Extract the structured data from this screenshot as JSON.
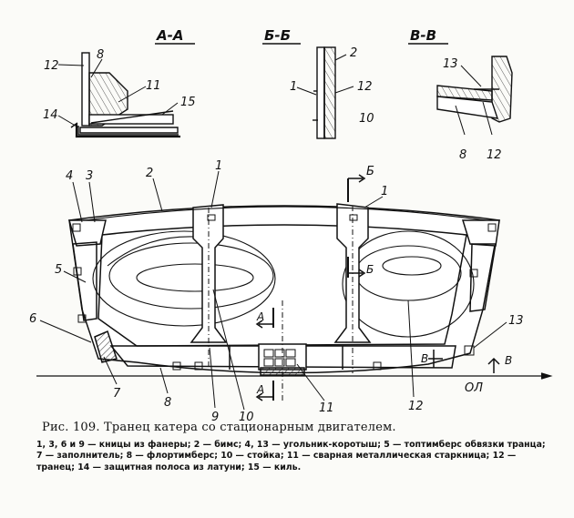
{
  "sections": {
    "aa": "А-А",
    "bb": "Б-Б",
    "vv": "В-В"
  },
  "markers": {
    "b": "Б",
    "a": "А",
    "v": "В",
    "waterline": "ОЛ"
  },
  "labels": {
    "n1": "1",
    "n2": "2",
    "n3": "3",
    "n4": "4",
    "n5": "5",
    "n6": "6",
    "n7": "7",
    "n8": "8",
    "n9": "9",
    "n10": "10",
    "n11": "11",
    "n12": "12",
    "n13": "13",
    "n14": "14",
    "n15": "15"
  },
  "caption": {
    "title": "Рис. 109. Транец катера со стационарным двигателем.",
    "legend": "1, 3, 6 и 9 — кницы из фанеры; 2 — бимс; 4, 13 — угольник-коротыш; 5 — топтимберс обвязки транца; 7 — заполнитель; 8 — флортимберс; 10 — стойка; 11 — сварная металлическая старкница; 12 — транец; 14 — защитная полоса из латуни; 15 — киль."
  }
}
